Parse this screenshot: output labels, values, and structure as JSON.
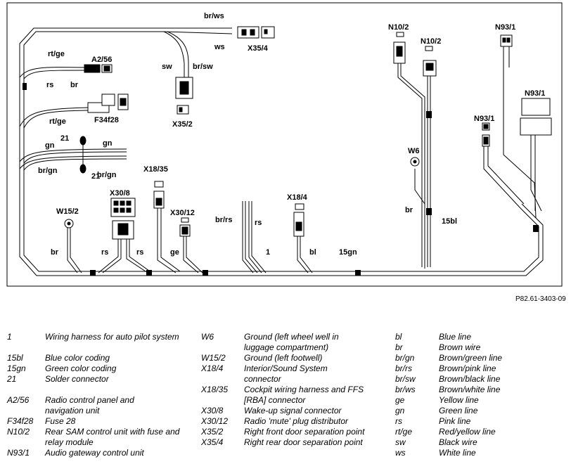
{
  "diagram": {
    "reference": "P82.61-3403-09",
    "components": {
      "a2_56": "A2/56",
      "f34f28": "F34f28",
      "x35_4": "X35/4",
      "x35_2": "X35/2",
      "n10_2_a": "N10/2",
      "n10_2_b": "N10/2",
      "n93_1_a": "N93/1",
      "n93_1_b": "N93/1",
      "n93_1_c": "N93/1",
      "w6": "W6",
      "w15_2": "W15/2",
      "x18_35": "X18/35",
      "x30_8": "X30/8",
      "x30_12": "X30/12",
      "x18_4": "X18/4",
      "s21_a": "21",
      "s21_b": "21",
      "harness_1": "1",
      "c15bl": "15bl",
      "c15gn": "15gn"
    },
    "wires": {
      "br_ws": "br/ws",
      "ws": "ws",
      "sw": "sw",
      "br_sw": "br/sw",
      "rt_ge_1": "rt/ge",
      "rs_1": "rs",
      "br_1": "br",
      "rt_ge_2": "rt/ge",
      "gn_1": "gn",
      "gn_2": "gn",
      "br_gn_1": "br/gn",
      "br_gn_2": "br/gn",
      "br_rs": "br/rs",
      "rs_2": "rs",
      "br_w15": "br",
      "rs_3": "rs",
      "rs_4": "rs",
      "ge": "ge",
      "bl": "bl",
      "br_w6": "br"
    }
  },
  "legend": {
    "col1": [
      {
        "code": "1",
        "desc": "Wiring harness for auto pilot system"
      },
      {
        "code": "15bl",
        "desc": "Blue color coding"
      },
      {
        "code": "15gn",
        "desc": "Green color coding"
      },
      {
        "code": "21",
        "desc": "Solder connector"
      },
      {
        "code": "A2/56",
        "desc": "Radio control panel and navigation unit"
      },
      {
        "code": "F34f28",
        "desc": "Fuse 28"
      },
      {
        "code": "N10/2",
        "desc": "Rear SAM control unit with fuse and relay module"
      },
      {
        "code": "N93/1",
        "desc": "Audio gateway control unit"
      }
    ],
    "col2": [
      {
        "code": "W6",
        "desc": "Ground (left wheel well in luggage compartment)"
      },
      {
        "code": "W15/2",
        "desc": "Ground (left footwell)"
      },
      {
        "code": "X18/4",
        "desc": "Interior/Sound System connector"
      },
      {
        "code": "X18/35",
        "desc": "Cockpit wiring harness and FFS [RBA] connector"
      },
      {
        "code": "X30/8",
        "desc": "Wake-up signal connector"
      },
      {
        "code": "X30/12",
        "desc": "Radio 'mute' plug distributor"
      },
      {
        "code": "X35/2",
        "desc": "Right front door separation point"
      },
      {
        "code": "X35/4",
        "desc": "Right rear door separation point"
      }
    ],
    "col3": [
      {
        "code": "bl",
        "desc": "Blue line"
      },
      {
        "code": "br",
        "desc": "Brown wire"
      },
      {
        "code": "br/gn",
        "desc": "Brown/green line"
      },
      {
        "code": "br/rs",
        "desc": "Brown/pink line"
      },
      {
        "code": "br/sw",
        "desc": "Brown/black line"
      },
      {
        "code": "br/ws",
        "desc": "Brown/white line"
      },
      {
        "code": "ge",
        "desc": "Yellow line"
      },
      {
        "code": "gn",
        "desc": "Green line"
      },
      {
        "code": "rs",
        "desc": "Pink line"
      },
      {
        "code": "rt/ge",
        "desc": "Red/yellow line"
      },
      {
        "code": "sw",
        "desc": "Black wire"
      },
      {
        "code": "ws",
        "desc": "White line"
      }
    ]
  }
}
